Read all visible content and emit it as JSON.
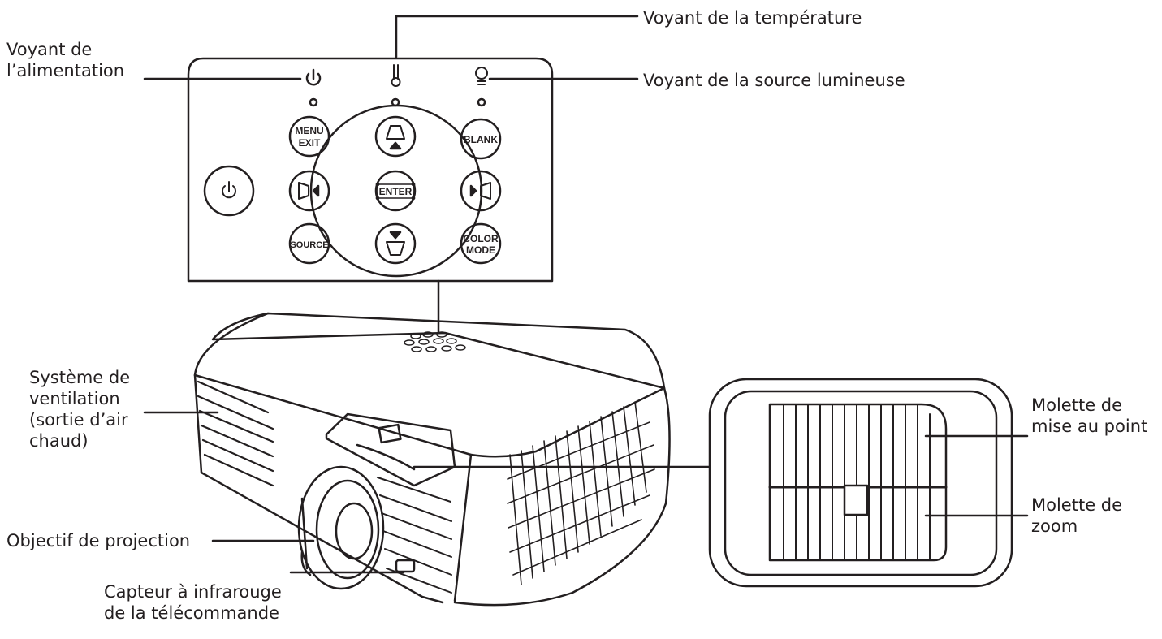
{
  "labels": {
    "power_indicator": [
      "Voyant de",
      "l’alimentation"
    ],
    "temperature_indicator": "Voyant de la température",
    "light_source_indicator": "Voyant de la source lumineuse",
    "ventilation": [
      "Système de",
      "ventilation",
      "(sortie d’air",
      "chaud)"
    ],
    "projection_lens": "Objectif de projection",
    "ir_sensor": [
      "Capteur à infrarouge",
      "de la télécommande"
    ],
    "focus_ring": [
      "Molette de",
      "mise au point"
    ],
    "zoom_ring": [
      "Molette de",
      "zoom"
    ]
  },
  "buttons": {
    "menu_exit": [
      "MENU",
      "EXIT"
    ],
    "blank": "BLANK",
    "enter": "ENTER",
    "source": "SOURCE",
    "color_mode": [
      "COLOR",
      "MODE"
    ]
  },
  "icons": {
    "power": "power-icon",
    "temperature": "thermometer-icon",
    "light_source": "lightbulb-icon",
    "keystone_up": "keystone-up-icon",
    "keystone_down": "keystone-down-icon",
    "left": "left-arrow-icon",
    "right": "right-arrow-icon"
  },
  "colors": {
    "line": "#231f20",
    "background": "#ffffff"
  }
}
